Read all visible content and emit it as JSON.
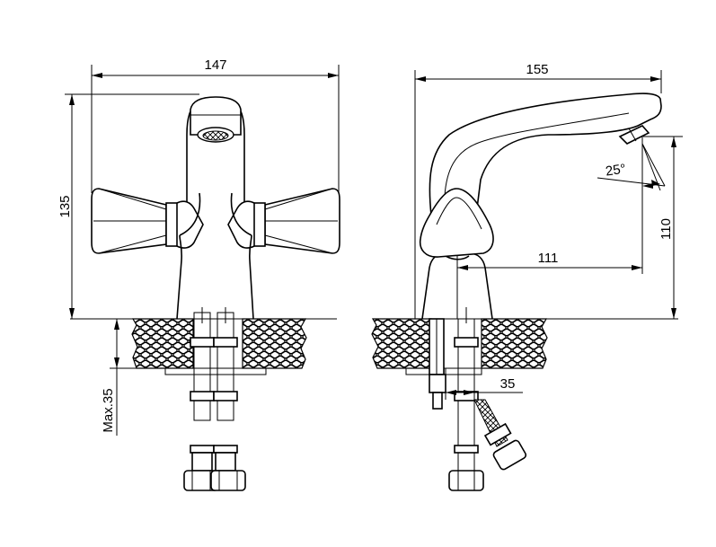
{
  "dimensions": {
    "front_width": "147",
    "front_height": "135",
    "max_countertop": "Max.35",
    "side_width": "155",
    "side_height": "110",
    "reach": "111",
    "angle": "25°",
    "side_depth": "35"
  },
  "colors": {
    "line": "#000000",
    "background": "#ffffff"
  }
}
